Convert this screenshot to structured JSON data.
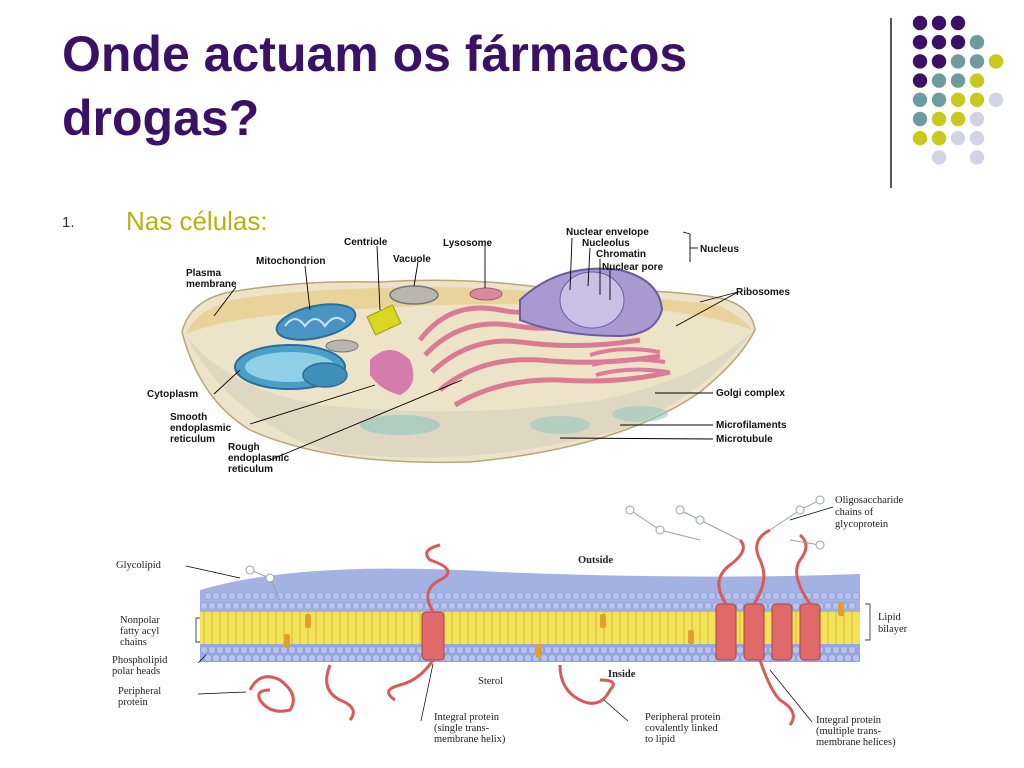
{
  "slide": {
    "title_line1": "Onde actuam os fármacos",
    "title_line2": "drogas?",
    "bullet_number": "1.",
    "bullet_text": "Nas células:"
  },
  "cell_diagram": {
    "labels": {
      "plasma_membrane_1": "Plasma",
      "plasma_membrane_2": "membrane",
      "mitochondrion": "Mitochondrion",
      "centriole": "Centriole",
      "vacuole": "Vacuole",
      "lysosome": "Lysosome",
      "nuclear_envelope": "Nuclear envelope",
      "nucleolus": "Nucleolus",
      "chromatin": "Chromatin",
      "nuclear_pore": "Nuclear pore",
      "nucleus": "Nucleus",
      "ribosomes": "Ribosomes",
      "cytoplasm": "Cytoplasm",
      "smooth_er_1": "Smooth",
      "smooth_er_2": "endoplasmic",
      "smooth_er_3": "reticulum",
      "rough_er_1": "Rough",
      "rough_er_2": "endoplasmic",
      "rough_er_3": "reticulum",
      "golgi": "Golgi complex",
      "microfilaments": "Microfilaments",
      "microtubule": "Microtubule"
    }
  },
  "membrane_diagram": {
    "labels": {
      "oligo_1": "Oligosaccharide",
      "oligo_2": "chains of",
      "oligo_3": "glycoprotein",
      "glycolipid": "Glycolipid",
      "outside": "Outside",
      "inside": "Inside",
      "nonpolar_1": "Nonpolar",
      "nonpolar_2": "fatty acyl",
      "nonpolar_3": "chains",
      "lipid_bilayer_1": "Lipid",
      "lipid_bilayer_2": "bilayer",
      "phospho_1": "Phospholipid",
      "phospho_2": "polar heads",
      "peripheral_1": "Peripheral",
      "peripheral_2": "protein",
      "sterol": "Sterol",
      "integral_single_1": "Integral protein",
      "integral_single_2": "(single trans-",
      "integral_single_3": "membrane helix)",
      "peripheral_lipid_1": "Peripheral protein",
      "peripheral_lipid_2": "covalently linked",
      "peripheral_lipid_3": "to lipid",
      "integral_multi_1": "Integral protein",
      "integral_multi_2": "(multiple trans-",
      "integral_multi_3": "membrane helices)"
    }
  },
  "colors": {
    "title": "#3b1166",
    "bullet": "#b3b312",
    "dot_purple": "#3b1166",
    "dot_teal": "#6e9c9c",
    "dot_yellow": "#c8c81e",
    "dot_lavender": "#d3d3e6"
  }
}
